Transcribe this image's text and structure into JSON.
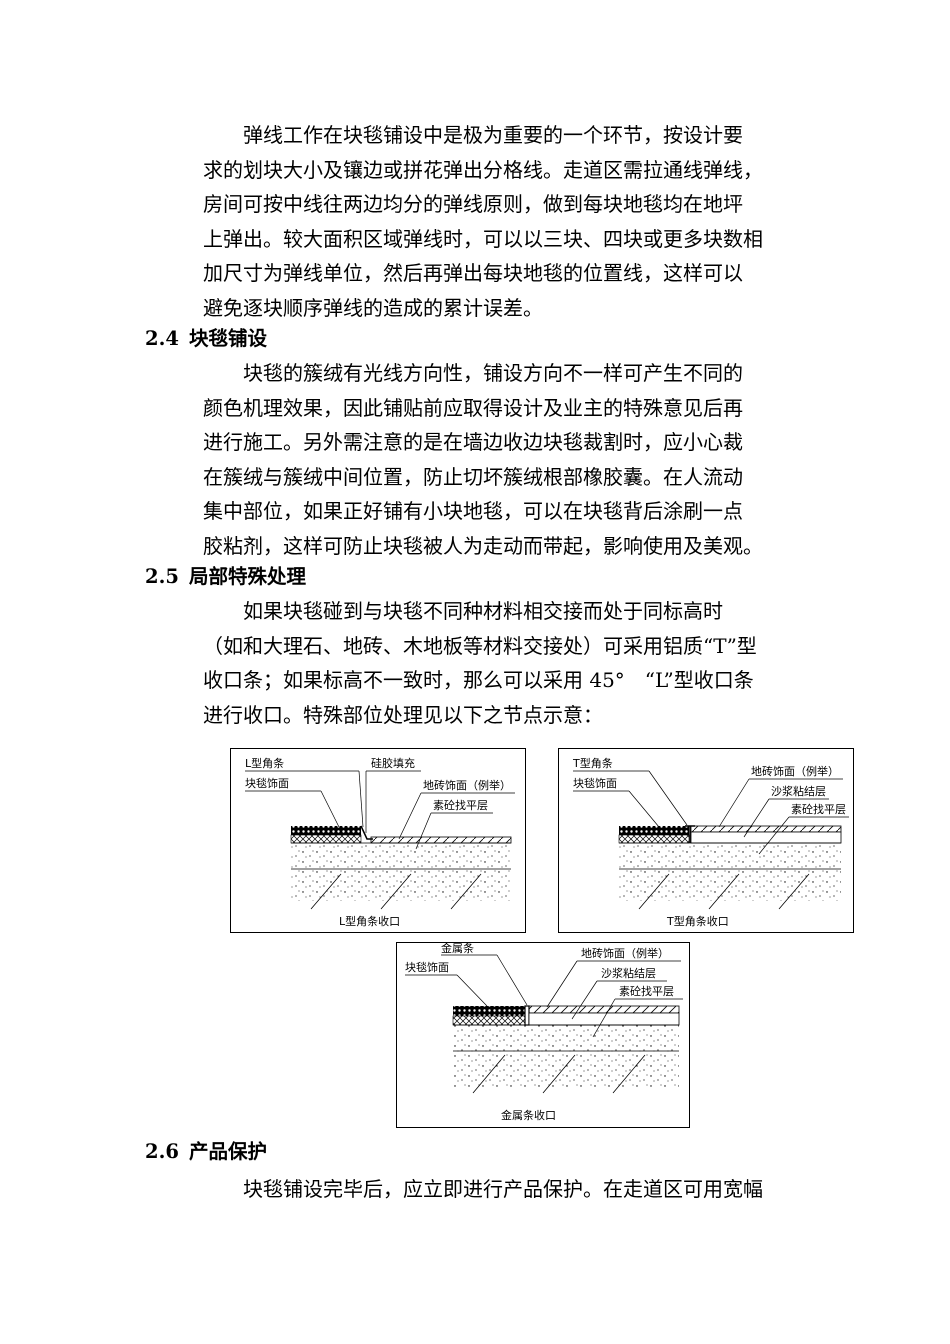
{
  "paragraph1": [
    "　　弹线工作在块毯铺设中是极为重要的一个环节，按设计要",
    "求的划块大小及镶边或拼花弹出分格线。走道区需拉通线弹线，",
    "房间可按中线往两边均分的弹线原则，做到每块地毯均在地坪",
    "上弹出。较大面积区域弹线时，可以以三块、四块或更多块数相",
    "加尺寸为弹线单位，然后再弹出每块地毯的位置线，这样可以",
    "避免逐块顺序弹线的造成的累计误差。"
  ],
  "section24": {
    "num": "2.4",
    "title": "块毯铺设"
  },
  "paragraph2": [
    "　　块毯的簇绒有光线方向性，铺设方向不一样可产生不同的",
    "颜色机理效果，因此铺贴前应取得设计及业主的特殊意见后再",
    "进行施工。另外需注意的是在墙边收边块毯裁割时，应小心裁",
    "在簇绒与簇绒中间位置，防止切坏簇绒根部橡胶囊。在人流动",
    "集中部位，如果正好铺有小块地毯，可以在块毯背后涂刷一点",
    "胶粘剂，这样可防止块毯被人为走动而带起，影响使用及美观。"
  ],
  "section25": {
    "num": "2.5",
    "title": "局部特殊处理"
  },
  "paragraph3": [
    "　　如果块毯碰到与块毯不同种材料相交接而处于同标高时",
    "（如和大理石、地砖、木地板等材料交接处）可采用铝质“T”型",
    "收口条；如果标高不一致时，那么可以采用 45°　“L”型收口条",
    "进行收口。特殊部位处理见以下之节点示意："
  ],
  "figure_l": {
    "labels": [
      "L型角条",
      "块毯饰面",
      "硅胶填充",
      "地砖饰面（例举）",
      "素砼找平层"
    ],
    "caption": "L型角条收口"
  },
  "figure_t": {
    "labels": [
      "T型角条",
      "块毯饰面",
      "地砖饰面（例举）",
      "沙浆粘结层",
      "素砼找平层"
    ],
    "caption": "T型角条收口"
  },
  "figure_m": {
    "labels": [
      "金属条",
      "块毯饰面",
      "地砖饰面（例举）",
      "沙浆粘结层",
      "素砼找平层"
    ],
    "caption": "金属条收口"
  },
  "section26": {
    "num": "2.6",
    "title": "产品保护"
  },
  "paragraph4": [
    "　　块毯铺设完毕后，应立即进行产品保护。在走道区可用宽幅"
  ]
}
